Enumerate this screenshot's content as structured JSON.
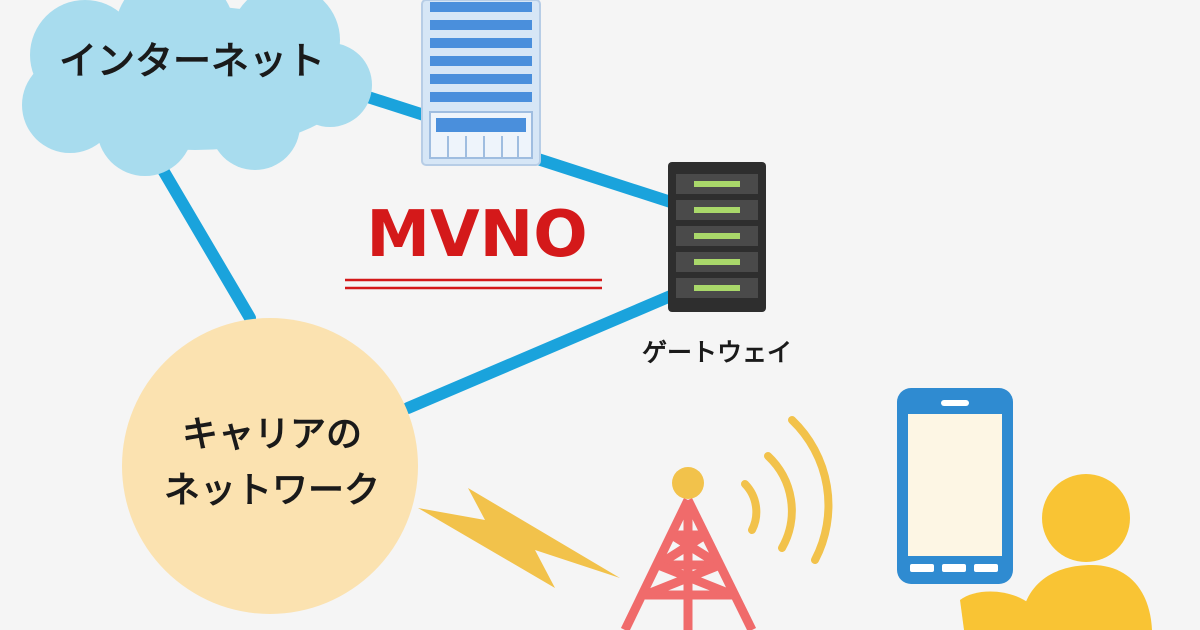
{
  "labels": {
    "internet": "インターネット",
    "mvno": "MVNO",
    "gateway": "ゲートウェイ",
    "carrier_line1": "キャリアの",
    "carrier_line2": "ネットワーク"
  },
  "colors": {
    "background": "#f5f5f5",
    "cloud": "#a8dcee",
    "link_line": "#1aa3dc",
    "server_blue": "#4a8fdc",
    "gateway_body": "#2e2e2e",
    "gateway_led": "#a9d86a",
    "mvno_red": "#d4191a",
    "carrier_circle": "#fbe2b0",
    "lightning": "#f2c24b",
    "tower": "#f06b6b",
    "signal_waves": "#f2c24b",
    "phone_body": "#2f8bd1",
    "phone_screen": "#fdf6e4",
    "person": "#f9c434"
  },
  "icons": [
    "cloud-icon",
    "server-building-icon",
    "gateway-server-icon",
    "radio-tower-icon",
    "lightning-icon",
    "signal-waves-icon",
    "smartphone-icon",
    "person-icon"
  ]
}
